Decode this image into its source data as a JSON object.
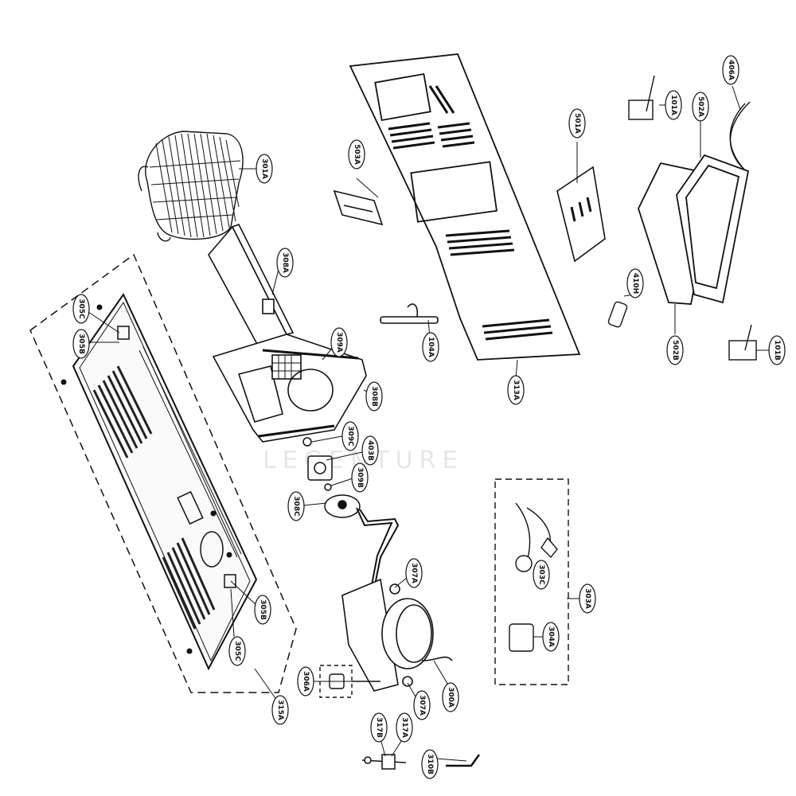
{
  "watermark": "LEGENTURE",
  "callouts": [
    {
      "id": "406A",
      "label": "406A"
    },
    {
      "id": "101A",
      "label": "101A"
    },
    {
      "id": "502A",
      "label": "502A"
    },
    {
      "id": "501A",
      "label": "501A"
    },
    {
      "id": "503A",
      "label": "503A"
    },
    {
      "id": "301A",
      "label": "301A"
    },
    {
      "id": "308A",
      "label": "308A"
    },
    {
      "id": "305C-top",
      "label": "305C"
    },
    {
      "id": "305B-top",
      "label": "305B"
    },
    {
      "id": "309A",
      "label": "309A"
    },
    {
      "id": "104A",
      "label": "104A"
    },
    {
      "id": "313A",
      "label": "313A"
    },
    {
      "id": "410H",
      "label": "410H"
    },
    {
      "id": "502B",
      "label": "502B"
    },
    {
      "id": "101B",
      "label": "101B"
    },
    {
      "id": "308B",
      "label": "308B"
    },
    {
      "id": "309C",
      "label": "309C"
    },
    {
      "id": "403B",
      "label": "403B"
    },
    {
      "id": "309B",
      "label": "309B"
    },
    {
      "id": "308C",
      "label": "308C"
    },
    {
      "id": "307A-top",
      "label": "307A"
    },
    {
      "id": "303C",
      "label": "303C"
    },
    {
      "id": "303A",
      "label": "303A"
    },
    {
      "id": "304A",
      "label": "304A"
    },
    {
      "id": "305B-bottom",
      "label": "305B"
    },
    {
      "id": "305C-bottom",
      "label": "305C"
    },
    {
      "id": "306A",
      "label": "306A"
    },
    {
      "id": "307A-bottom",
      "label": "307A"
    },
    {
      "id": "300A",
      "label": "300A"
    },
    {
      "id": "315A",
      "label": "315A"
    },
    {
      "id": "317B",
      "label": "317B"
    },
    {
      "id": "317A",
      "label": "317A"
    },
    {
      "id": "310B",
      "label": "310B"
    }
  ]
}
